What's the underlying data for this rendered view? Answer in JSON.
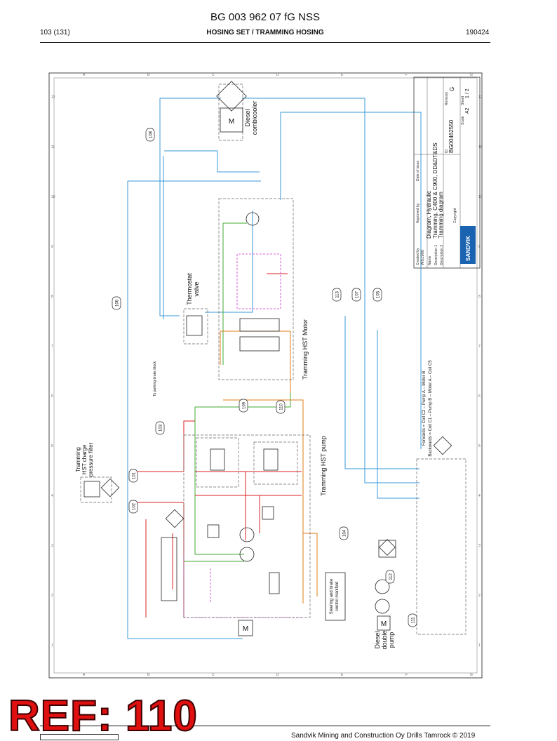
{
  "header": {
    "title": "BG 003 962 07 fG NSS",
    "page": "103 (131)",
    "section": "HOSING SET / TRAMMING HOSING",
    "date": "190424"
  },
  "footer": {
    "copyright": "Sandvik Mining and Construction Oy Drills Tamrock © 2019"
  },
  "stamp": {
    "text": "REF: 110"
  },
  "title_block": {
    "created_by_label": "Created by",
    "created_by": "W01900",
    "approved_by_label": "Approved by",
    "date_of_issue_label": "Date of issue",
    "name_label": "Name",
    "name": "Diagram, Hydraulic",
    "description1_label": "Description 1",
    "description1": "Tramming, C400 & C900, DD&DT&DS",
    "description2_label": "Description 2",
    "description2": "Tramming diagram",
    "id_label": "ID",
    "id": "BG00462550",
    "revision_label": "Revision",
    "revision": "G",
    "scale_label": "Scale",
    "size": "A2",
    "sheet_label": "Sheet",
    "sheet": "1 / 2",
    "copyright": "Copyright",
    "brand": "SANDVIK"
  },
  "labels": {
    "diesel_combicooler": [
      "Diesel",
      "combicooler"
    ],
    "thermostat_valve": [
      "Thermostat",
      "valve"
    ],
    "tramming_hst_motor": "Tramming HST Motor",
    "tramming_hst_pump": "Tramming HST pump",
    "charge_filter": [
      "Tramming",
      "HST charge",
      "pressure filter"
    ],
    "diesel_double_pump": [
      "Diesel",
      "double",
      "pump"
    ],
    "steering_brake": [
      "Steering and brake",
      "control manifold"
    ],
    "parking_brake": "To parking brake block",
    "forwards": "Forwards = Coil C2 – Pump A – Motor B",
    "backwards": "Backwards = Coil C1 – Pump B – Motor A – Coil C5",
    "motor_m": "M"
  },
  "hose_refs": [
    "108",
    "106",
    "103",
    "101",
    "102",
    "104",
    "109",
    "110",
    "113",
    "107",
    "105",
    "112",
    "111"
  ],
  "grid_letters": [
    "A",
    "B",
    "C",
    "D",
    "E",
    "F",
    "G"
  ],
  "grid_numbers": [
    "1",
    "2",
    "3",
    "4",
    "5",
    "6",
    "7",
    "8",
    "9",
    "10",
    "11",
    "12"
  ]
}
